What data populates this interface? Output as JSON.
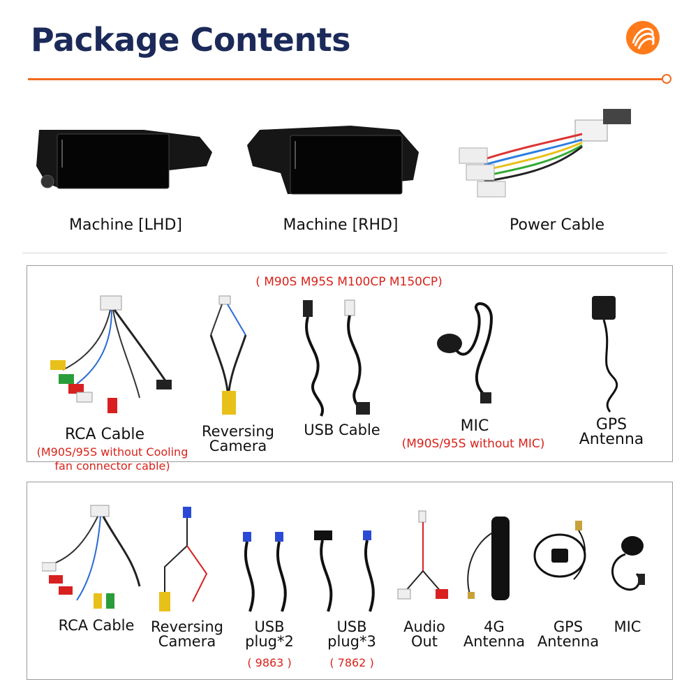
{
  "header": {
    "title": "Package Contents"
  },
  "top_row": [
    {
      "label": "Machine [LHD]"
    },
    {
      "label": "Machine [RHD]"
    },
    {
      "label": "Power Cable"
    }
  ],
  "box1": {
    "models_note": "( M90S M95S M100CP M150CP)",
    "items": [
      {
        "label": "RCA Cable",
        "note": "(M90S/95S without Cooling fan connector cable)"
      },
      {
        "label": "Reversing Camera"
      },
      {
        "label": "USB Cable"
      },
      {
        "label": "MIC",
        "note": "(M90S/95S without MIC)"
      },
      {
        "label": "GPS Antenna"
      }
    ]
  },
  "box2": {
    "items": [
      {
        "label": "RCA Cable"
      },
      {
        "label": "Reversing Camera"
      },
      {
        "label": "USB plug*2",
        "note": "( 9863 )"
      },
      {
        "label": "USB plug*3",
        "note": "( 7862 )"
      },
      {
        "label": "Audio Out"
      },
      {
        "label": "4G Antenna"
      },
      {
        "label": "GPS Antenna"
      },
      {
        "label": "MIC"
      }
    ]
  },
  "colors": {
    "accent": "#f26a1b",
    "title": "#1c2a5a",
    "note_red": "#d8231a"
  }
}
